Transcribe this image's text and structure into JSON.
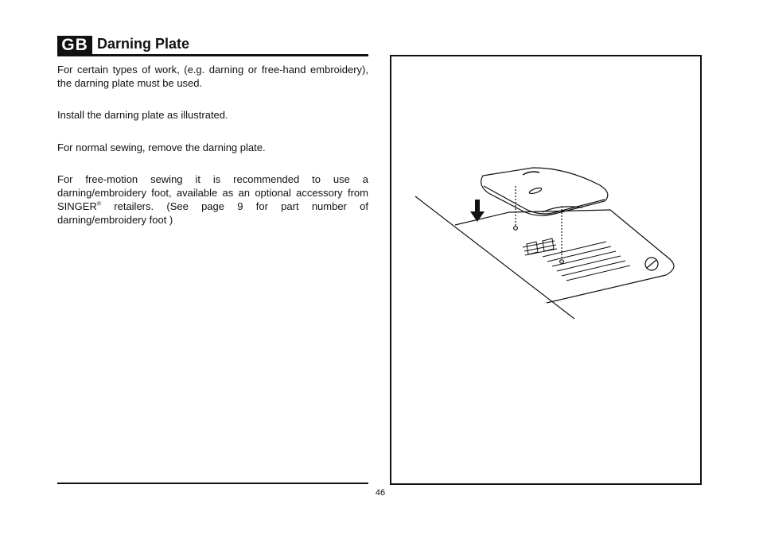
{
  "header": {
    "badge": "GB",
    "title": "Darning Plate"
  },
  "body": {
    "p1": "For certain types of work, (e.g. darning or free-hand embroidery), the darning plate must be used.",
    "p2": "Install the darning plate as illustrated.",
    "p3": "For normal sewing, remove the darning plate.",
    "p4_before": "For free-motion sewing it is recommended to use a darning/embroidery foot, available as an optional accessory from SINGER",
    "p4_sup": "®",
    "p4_after": " retailers. (See page 9 for part number of darning/embroidery foot )"
  },
  "footer": {
    "page_number": "46"
  },
  "figure": {
    "icons": [
      "down-arrow-icon",
      "darning-plate-illustration",
      "needle-plate-illustration",
      "screw-icon"
    ]
  }
}
